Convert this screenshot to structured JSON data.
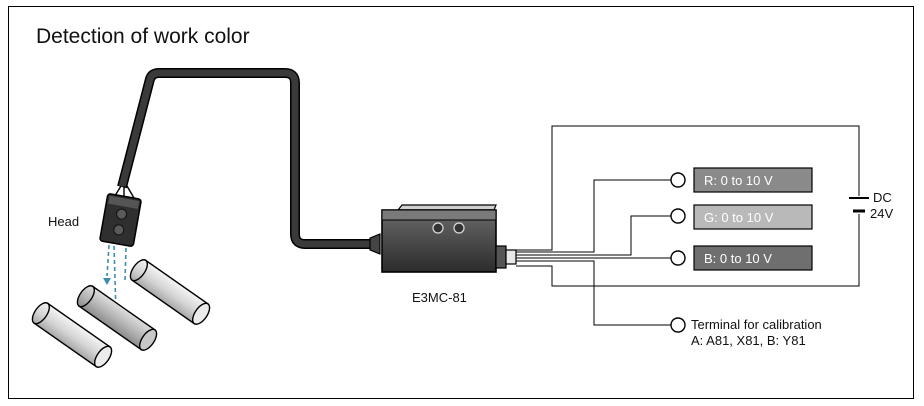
{
  "title": "Detection of work color",
  "head_label": "Head",
  "model_label": "E3MC-81",
  "outputs": [
    {
      "label": "R: 0 to 10 V",
      "fill": "#8a8a8a"
    },
    {
      "label": "G: 0 to 10 V",
      "fill": "#b9b9b9"
    },
    {
      "label": "B: 0 to 10 V",
      "fill": "#6f6f6f"
    }
  ],
  "power": {
    "line1": "DC",
    "line2": "24V"
  },
  "calibration": {
    "line1": "Terminal for calibration",
    "line2": "A: A81, X81, B: Y81"
  },
  "colors": {
    "cable": "#3a3a3a",
    "beam": "#3d8fb0",
    "outline": "#000000"
  }
}
